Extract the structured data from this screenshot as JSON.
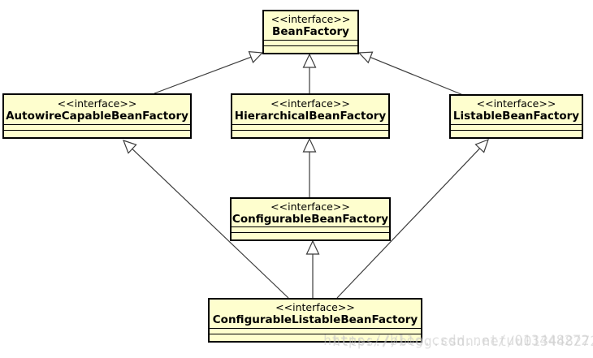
{
  "diagram": {
    "type": "uml-class-diagram",
    "background_color": "#ffffff",
    "node_fill_color": "#FEFECE",
    "node_border_color": "#000000",
    "edge_color": "#3c3c3c",
    "nodes": [
      {
        "id": "BeanFactory",
        "stereotype": "<<interface>>",
        "name": "BeanFactory"
      },
      {
        "id": "AutowireCapableBeanFactory",
        "stereotype": "<<interface>>",
        "name": "AutowireCapableBeanFactory"
      },
      {
        "id": "HierarchicalBeanFactory",
        "stereotype": "<<interface>>",
        "name": "HierarchicalBeanFactory"
      },
      {
        "id": "ListableBeanFactory",
        "stereotype": "<<interface>>",
        "name": "ListableBeanFactory"
      },
      {
        "id": "ConfigurableBeanFactory",
        "stereotype": "<<interface>>",
        "name": "ConfigurableBeanFactory"
      },
      {
        "id": "ConfigurableListableBeanFactory",
        "stereotype": "<<interface>>",
        "name": "ConfigurableListableBeanFactory"
      }
    ],
    "edges": [
      {
        "from": "AutowireCapableBeanFactory",
        "to": "BeanFactory",
        "type": "generalization"
      },
      {
        "from": "HierarchicalBeanFactory",
        "to": "BeanFactory",
        "type": "generalization"
      },
      {
        "from": "ListableBeanFactory",
        "to": "BeanFactory",
        "type": "generalization"
      },
      {
        "from": "ConfigurableBeanFactory",
        "to": "HierarchicalBeanFactory",
        "type": "generalization"
      },
      {
        "from": "ConfigurableListableBeanFactory",
        "to": "AutowireCapableBeanFactory",
        "type": "generalization"
      },
      {
        "from": "ConfigurableListableBeanFactory",
        "to": "ConfigurableBeanFactory",
        "type": "generalization"
      },
      {
        "from": "ConfigurableListableBeanFactory",
        "to": "ListableBeanFactory",
        "type": "generalization"
      }
    ],
    "watermark": "https://blog.csdn.net/u013448272"
  }
}
